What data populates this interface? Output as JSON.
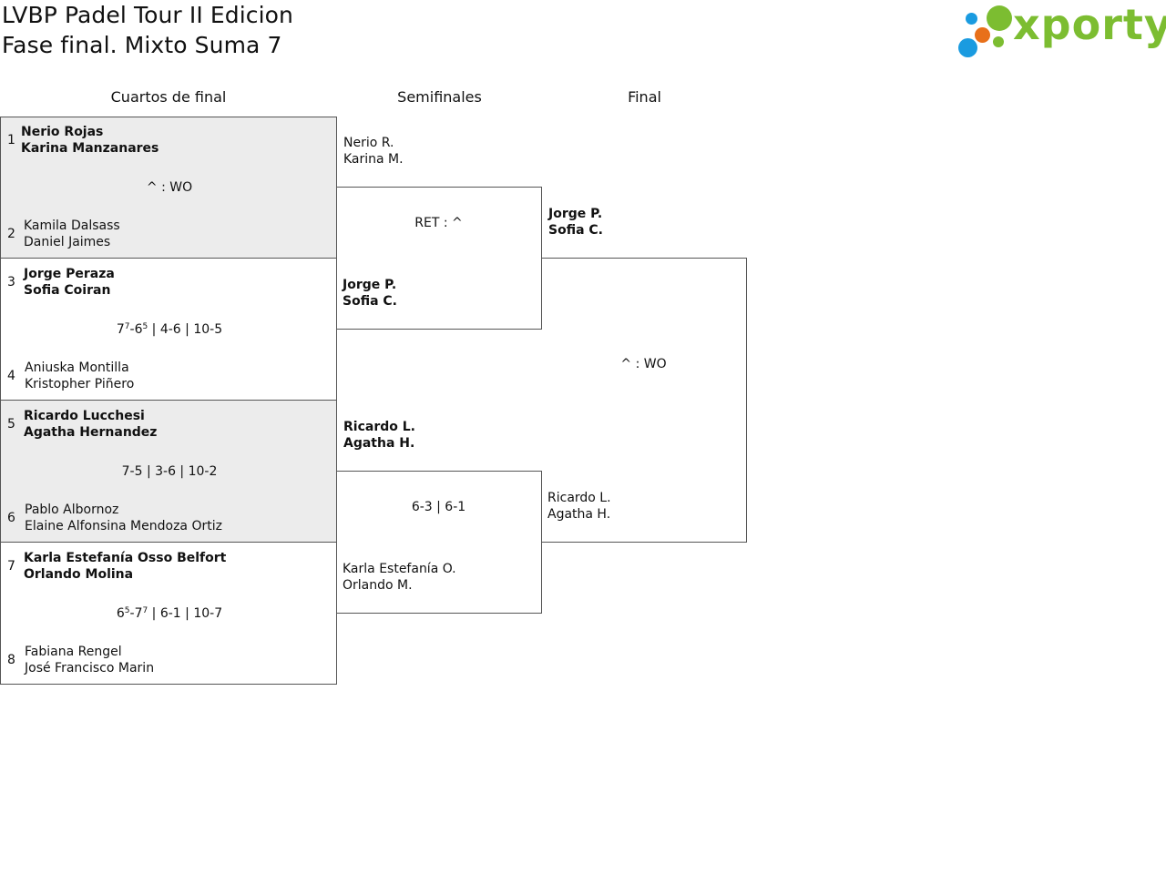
{
  "header": {
    "title_line1": "LVBP Padel Tour II Edicion",
    "title_line2": "Fase final. Mixto Suma 7",
    "logo_text": "xporty",
    "logo_colors": {
      "green": "#7cbd31",
      "blue": "#1a9be0",
      "orange": "#e8701a"
    }
  },
  "rounds": {
    "quarterfinals": "Cuartos de final",
    "semifinals": "Semifinales",
    "final": "Final"
  },
  "quarterfinals": [
    {
      "seed_top": "1",
      "top_p1": "Nerio Rojas",
      "top_p2": "Karina Manzanares",
      "score": "^ : WO",
      "seed_bottom": "2",
      "bottom_p1": "Kamila Dalsass",
      "bottom_p2": "Daniel Jaimes"
    },
    {
      "seed_top": "3",
      "top_p1": "Jorge Peraza",
      "top_p2": "Sofia Coiran",
      "score_parts": [
        "7",
        "7",
        "-6",
        "5",
        " | 4-6 | 10-5"
      ],
      "seed_bottom": "4",
      "bottom_p1": "Aniuska Montilla",
      "bottom_p2": "Kristopher Piñero"
    },
    {
      "seed_top": "5",
      "top_p1": "Ricardo Lucchesi",
      "top_p2": "Agatha Hernandez",
      "score": "7-5 | 3-6 | 10-2",
      "seed_bottom": "6",
      "bottom_p1": "Pablo Albornoz",
      "bottom_p2": "Elaine Alfonsina Mendoza Ortiz"
    },
    {
      "seed_top": "7",
      "top_p1": "Karla Estefanía Osso Belfort",
      "top_p2": "Orlando Molina",
      "score_parts": [
        "6",
        "5",
        "-7",
        "7",
        " | 6-1 | 10-7"
      ],
      "seed_bottom": "8",
      "bottom_p1": "Fabiana Rengel",
      "bottom_p2": "José Francisco Marin"
    }
  ],
  "semifinals": [
    {
      "top_p1": "Nerio R.",
      "top_p2": "Karina M.",
      "score": "RET : ^",
      "bottom_p1": "Jorge P.",
      "bottom_p2": "Sofia C."
    },
    {
      "top_p1": "Ricardo L.",
      "top_p2": "Agatha H.",
      "score": "6-3 | 6-1",
      "bottom_p1": "Karla Estefanía O.",
      "bottom_p2": "Orlando M."
    }
  ],
  "final": {
    "top_p1": "Jorge P.",
    "top_p2": "Sofia C.",
    "score": "^ : WO",
    "bottom_p1": "Ricardo L.",
    "bottom_p2": "Agatha H."
  }
}
